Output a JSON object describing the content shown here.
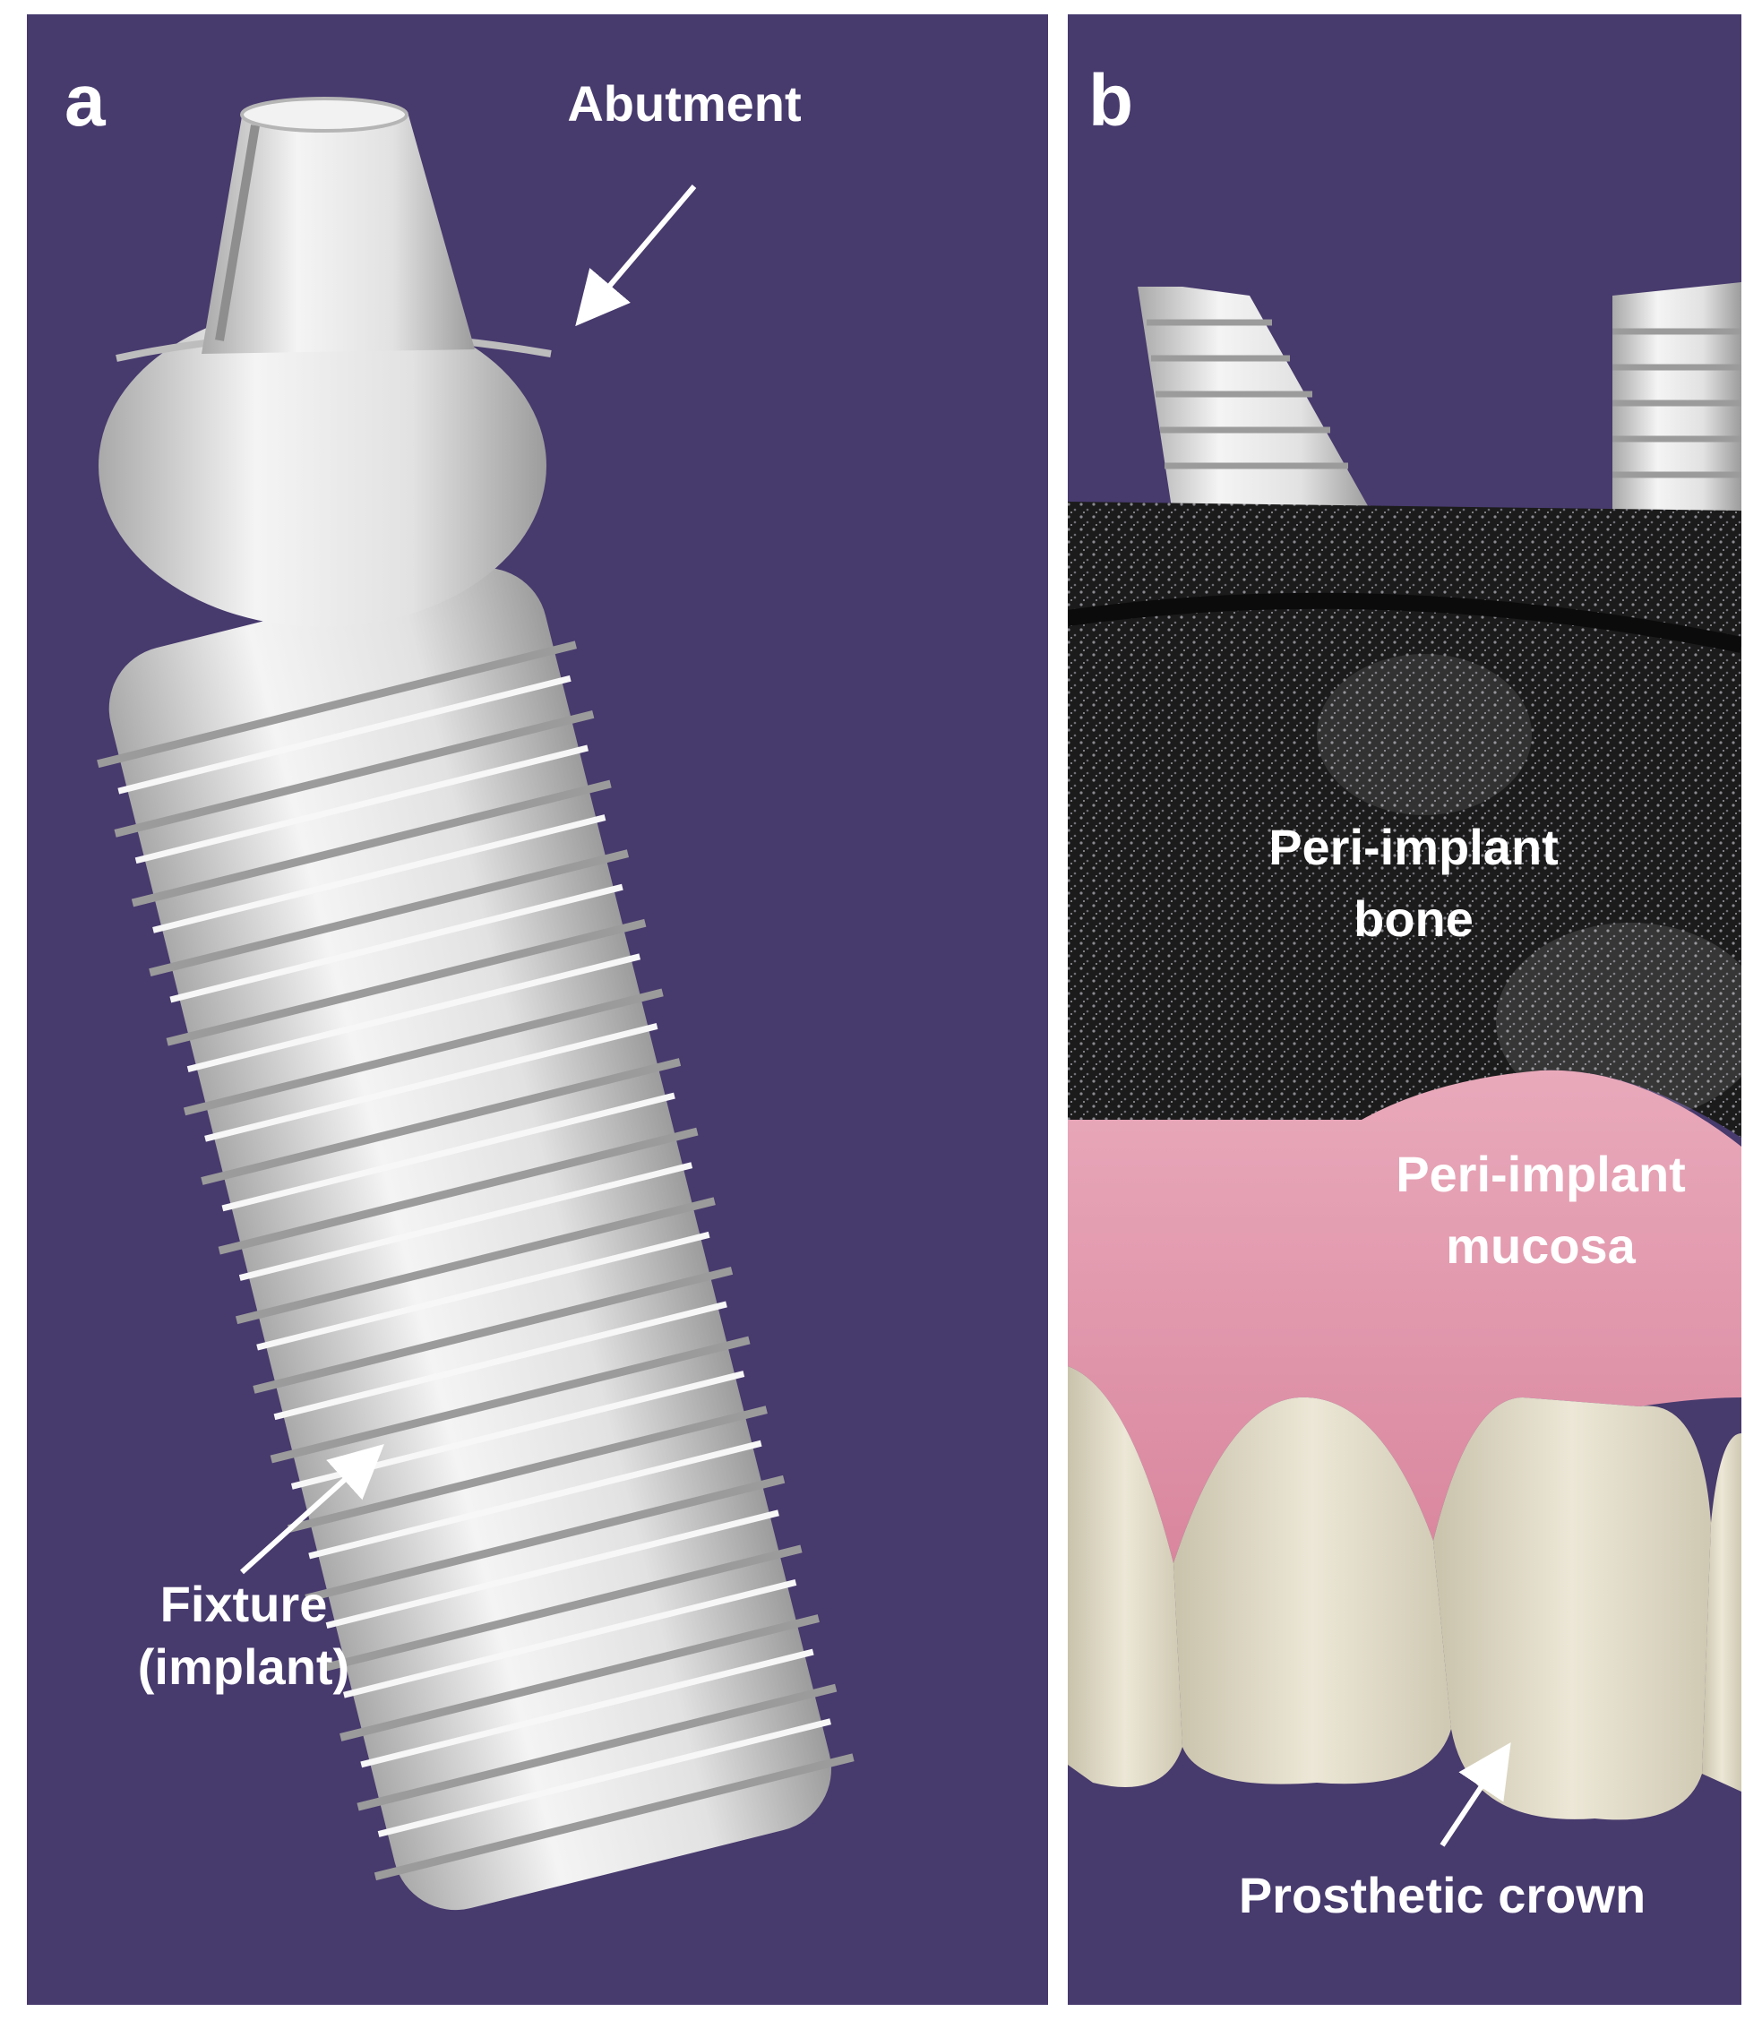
{
  "panel_a": {
    "letter": "a",
    "abutment_label": "Abutment",
    "fixture_label_line1": "Fixture",
    "fixture_label_line2": "(implant)"
  },
  "panel_b": {
    "letter": "b",
    "bone_label_line1": "Peri-implant",
    "bone_label_line2": "bone",
    "mucosa_label_line1": "Peri-implant",
    "mucosa_label_line2": "mucosa",
    "crown_label": "Prosthetic crown"
  },
  "colors": {
    "background": "#473A6D",
    "implant": "#E8E8E8",
    "bone": "#1E1E1E",
    "mucosa": "#DE8FA6",
    "crown": "#E6E1CE",
    "label": "#FFFFFF"
  }
}
